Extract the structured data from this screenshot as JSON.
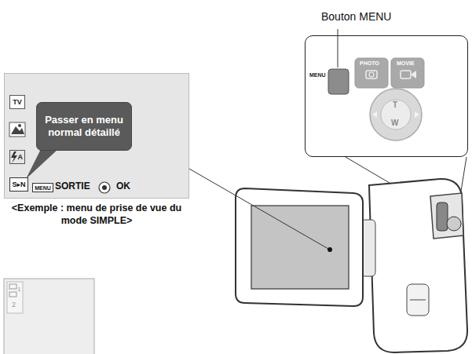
{
  "diagram": {
    "nodes": [
      {
        "text": [
          "Bouton MENU"
        ]
      },
      {
        "text": [
          "SORTIE",
          "OK"
        ]
      },
      {
        "text": [
          "TV"
        ],
        "in": 1
      },
      {
        "text": [
          "A"
        ],
        "in": 1
      },
      {
        "text": [
          "S▸N"
        ],
        "in": 1
      },
      {
        "text": [
          "Passer en menu normal détaillé"
        ],
        "in": 1
      },
      {
        "text": [
          "MENU"
        ],
        "in": 1
      }
    ],
    "labels": [
      "MENU",
      "PHOTO",
      "MOVIE",
      "T",
      "W",
      "<Exemple : menu de prise de vue du mode SIMPLE>",
      "1",
      "2"
    ]
  }
}
